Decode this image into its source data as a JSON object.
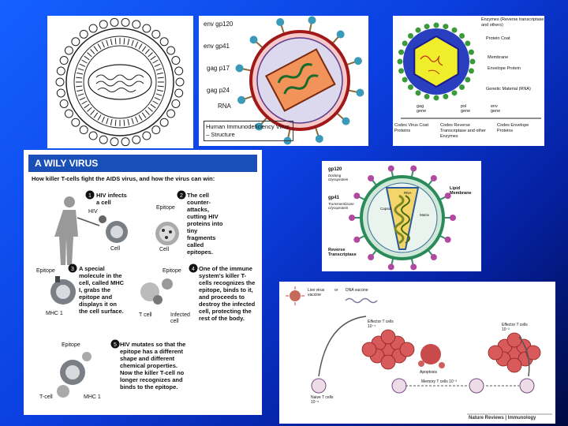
{
  "panel1": {},
  "panel2": {
    "labels": [
      "env gp120",
      "env gp41",
      "gag p17",
      "gag p24",
      "RNA"
    ],
    "caption": "Human Immunodeficiency Virus – Structure"
  },
  "panel3": {
    "labels": [
      "Enzymes (Reverse transcriptase and others)",
      "Protein Coat",
      "Membrane",
      "Envelope Protein",
      "Genetic Material (RNA)"
    ],
    "genes": [
      "gag gene",
      "pol gene",
      "env gene"
    ],
    "codes": [
      "Codes Virus Coat Proteins",
      "Codes Reverse Transcriptase and other Enzymes",
      "Codes Envelope Proteins"
    ]
  },
  "panel4": {
    "header": "A WILY VIRUS",
    "subtitle": "How killer T-cells fight the AIDS virus, and how the virus can win:",
    "steps": [
      "HIV infects a cell",
      "The cell counter-attacks, cutting HIV proteins into tiny fragments called epitopes.",
      "A special molecule in the cell, called MHC I, grabs the epitope and displays it on the cell surface.",
      "One of the immune system's killer T-cells recognizes the epitope, binds to it, and proceeds to destroy the infected cell, protecting the rest of the body.",
      "HIV mutates so that the epitope has a different shape and different chemical properties. Now the killer T-cell no longer recognizes and binds to the epitope."
    ],
    "labels": {
      "hiv": "HIV",
      "cell1": "Cell",
      "epitope2": "Epitope",
      "cell2": "Cell",
      "epitope3": "Epitope",
      "mhc3": "MHC 1",
      "epitope4": "Epitope",
      "tcell4": "T cell",
      "infected": "Infected cell",
      "epitope5": "Epitope",
      "tcell5": "T-cell",
      "mhc5": "MHC 1"
    }
  },
  "panel5": {
    "labels": [
      "gp120",
      "Docking Glycoprotein",
      "gp41",
      "Transmembrane Glycoprotein",
      "Lipid Membrane",
      "RNA",
      "Capsid",
      "Matrix",
      "Reverse Transcriptase"
    ]
  },
  "panel6": {
    "labels": [
      "Live virus vaccine",
      "or",
      "DNA vaccine",
      "Effector T cells 10⁻¹",
      "Effector T cells 10⁻²",
      "Apoptosis",
      "Naive T cells 10⁻⁶",
      "Memory T cells 10⁻³"
    ],
    "footer": "Nature Reviews | Immunology"
  }
}
